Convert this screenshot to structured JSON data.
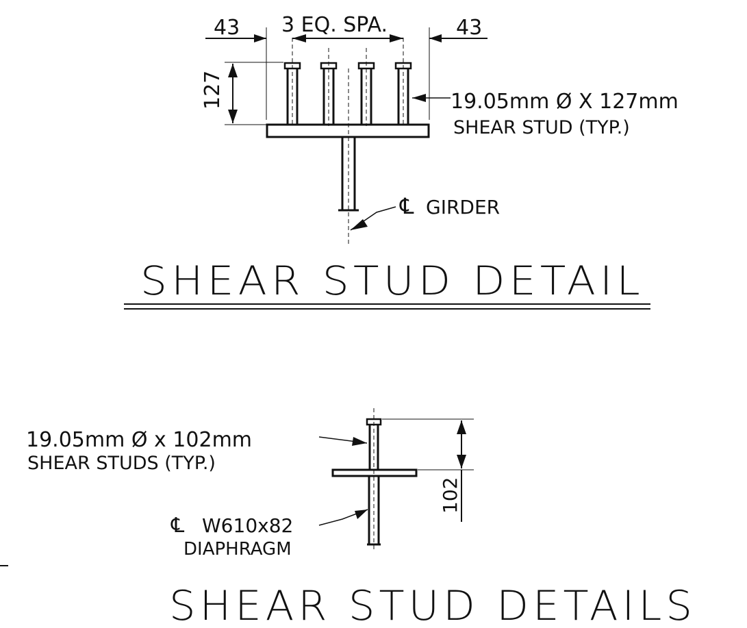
{
  "detail1": {
    "dim_left": "43",
    "dim_center": "3 EQ. SPA.",
    "dim_right": "43",
    "dim_height": "127",
    "stud_note_line1": "19.05mm  Ø  X  127mm",
    "stud_note_line2": "SHEAR  STUD  (TYP.)",
    "cl_symbol": "℄",
    "girder_label": "GIRDER",
    "title": "SHEAR  STUD  DETAIL"
  },
  "detail2": {
    "stud_note_line1": "19.05mm  Ø  x  102mm",
    "stud_note_line2": "SHEAR  STUDS  (TYP.)",
    "cl_symbol": "℄",
    "diaphragm_line1": "W610x82",
    "diaphragm_line2": "DIAPHRAGM",
    "dim_height": "102",
    "title": "SHEAR  STUD  DETAILS"
  }
}
